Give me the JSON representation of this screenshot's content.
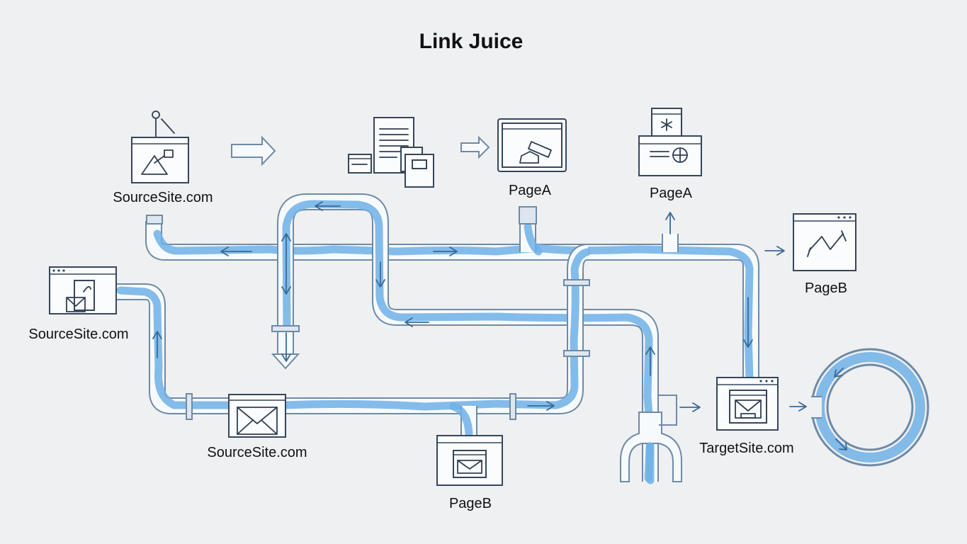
{
  "title": "Link Juice",
  "labels": {
    "source_top": "SourceSite.com",
    "source_left": "SourceSite.com",
    "source_bottom": "SourceSite.com",
    "page_a_1": "PageA",
    "page_a_2": "PageA",
    "page_b_right": "PageB",
    "page_b_bottom": "PageB",
    "target": "TargetSite.com"
  },
  "colors": {
    "background": "#eff0f2",
    "pipe_outline": "#6e8aa6",
    "water": "#6fb0e6",
    "ink": "#2f3f52"
  },
  "icons": [
    "pen-tool-icon",
    "documents-icon",
    "pen-edit-icon",
    "settings-window-icon",
    "chart-window-icon",
    "mail-window-icon",
    "envelope-icon",
    "faucet-icon",
    "loop-pipe-icon"
  ]
}
